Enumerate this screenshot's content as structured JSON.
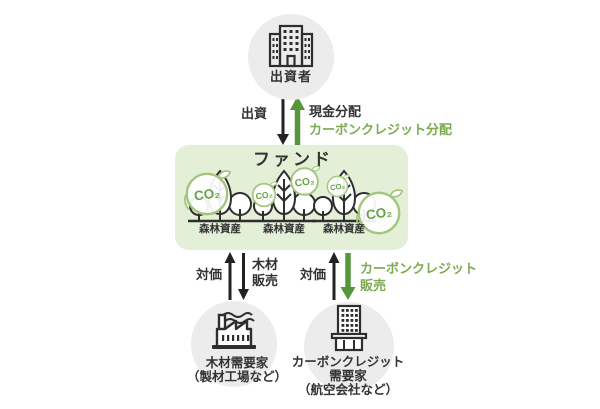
{
  "investor": {
    "label": "出資者"
  },
  "flows": {
    "investment": "出資",
    "cash_distribution": "現金分配",
    "carbon_credit_distribution": "カーボンクレジット分配",
    "consideration_left": "対価",
    "timber_sales_line1": "木材",
    "timber_sales_line2": "販売",
    "consideration_right": "対価",
    "carbon_credit_sales_line1": "カーボンクレジット",
    "carbon_credit_sales_line2": "販売"
  },
  "fund": {
    "title": "ファンド",
    "forest_asset_label": "森林資産",
    "co2_label": "CO₂"
  },
  "consumers": {
    "timber": {
      "line1": "木材需要家",
      "line2": "（製材工場など）"
    },
    "carbon_credit": {
      "line1": "カーボンクレジット",
      "line2": "需要家",
      "line3": "（航空会社など）"
    }
  },
  "colors": {
    "fund_box_bg": "#e3efd7",
    "entity_circle_bg": "#ececec",
    "green_arrow": "#55953d",
    "green_text": "#7cab4f",
    "dark_text": "#333333",
    "icon_stroke": "#2e2e2e",
    "co2_ring": "#a3c67e",
    "co2_text": "#69a14b"
  }
}
